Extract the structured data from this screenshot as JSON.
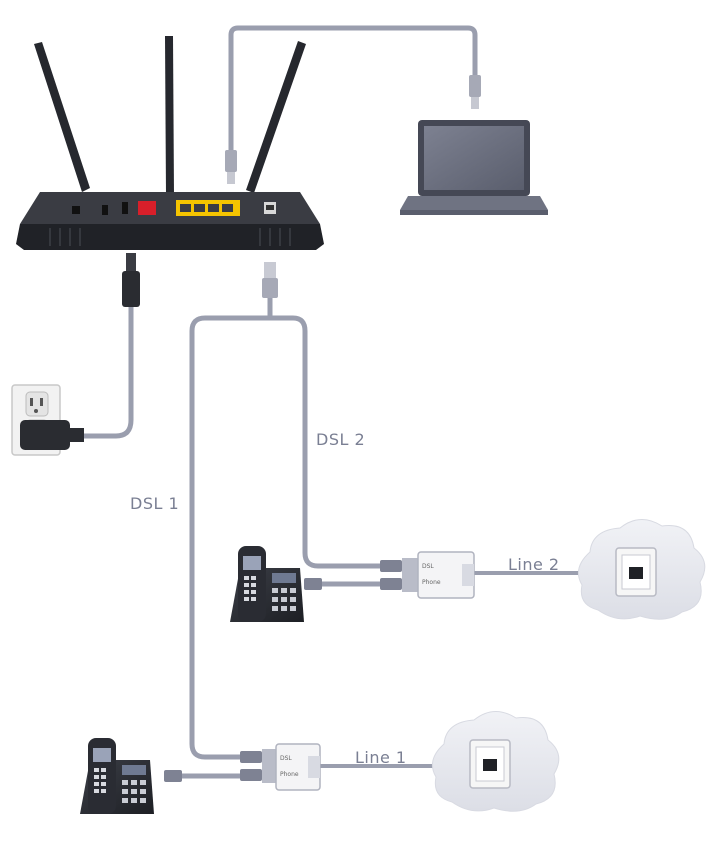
{
  "labels": {
    "dsl1": "DSL 1",
    "dsl2": "DSL 2",
    "line1": "Line 1",
    "line2": "Line 2"
  },
  "splitter": {
    "port_dsl": "DSL",
    "port_phone": "Phone"
  },
  "colors": {
    "cable": "#9a9eae",
    "router": "#2b2d33",
    "lan_ports": "#f5c400",
    "dsl_port": "#d81f2a",
    "cloud": "#e9eaef",
    "label": "#7a7f93"
  },
  "icons": [
    "router-icon",
    "laptop-icon",
    "power-outlet-icon",
    "power-adapter-icon",
    "desk-phone-icon",
    "dsl-splitter-icon",
    "phone-wall-jack-icon",
    "cloud-icon",
    "ethernet-plug-icon",
    "rj11-plug-icon"
  ]
}
